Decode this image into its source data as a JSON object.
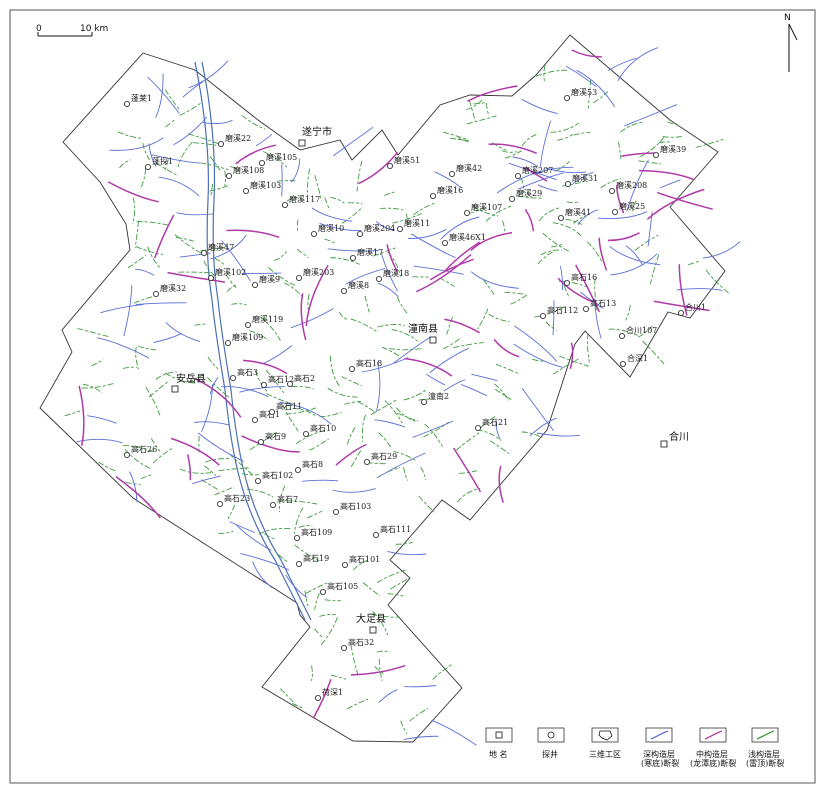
{
  "scale_bar": {
    "zero": "0",
    "end": "10 km"
  },
  "north": "N",
  "colors": {
    "deep": "#5b6fd6",
    "mid": "#b03aa8",
    "shallow": "#3f9b3f",
    "frame": "#333333",
    "river": "#4a6fb5"
  },
  "cities": [
    {
      "key": "suining",
      "name": "遂宁市"
    },
    {
      "key": "tongnan",
      "name": "潼南县"
    },
    {
      "key": "anyue",
      "name": "安岳县"
    },
    {
      "key": "hechuan",
      "name": "合川"
    },
    {
      "key": "dazu",
      "name": "大足县"
    }
  ],
  "wells": [
    "蓬莱1",
    "蓬探1",
    "磨溪22",
    "磨溪105",
    "磨溪108",
    "磨溪103",
    "磨溪117",
    "磨溪51",
    "磨溪53",
    "磨溪39",
    "磨溪42",
    "磨溪207",
    "磨溪31",
    "磨溪208",
    "磨溪16",
    "磨溪29",
    "磨溪107",
    "磨溪41",
    "磨溪25",
    "磨溪10",
    "磨溪204",
    "磨溪11",
    "磨溪46X1",
    "磨溪47",
    "磨溪17",
    "磨溪102",
    "磨溪203",
    "磨溪9",
    "磨溪18",
    "磨溪8",
    "磨溪32",
    "高石16",
    "高石13",
    "合川1",
    "高石112",
    "磨溪119",
    "合川107",
    "磨溪109",
    "合深1",
    "高石18",
    "高石3",
    "高石12",
    "高石2",
    "潼南2",
    "高石1",
    "高石11",
    "高石21",
    "高石10",
    "高石9",
    "高石26",
    "高石29",
    "高石8",
    "高石102",
    "高石23",
    "高石7",
    "高石103",
    "高石111",
    "高石109",
    "高石101",
    "高石19",
    "高石105",
    "高石32",
    "荷深1"
  ],
  "legend": [
    {
      "key": "place",
      "label": "地 名",
      "label2": ""
    },
    {
      "key": "well",
      "label": "探井",
      "label2": ""
    },
    {
      "key": "survey",
      "label": "三维工区",
      "label2": ""
    },
    {
      "key": "deep",
      "label": "深构造层",
      "label2": "(寒底)断裂"
    },
    {
      "key": "mid",
      "label": "中构造层",
      "label2": "(龙潭底)断裂"
    },
    {
      "key": "shallow",
      "label": "浅构造层",
      "label2": "(雷顶)断裂"
    }
  ]
}
